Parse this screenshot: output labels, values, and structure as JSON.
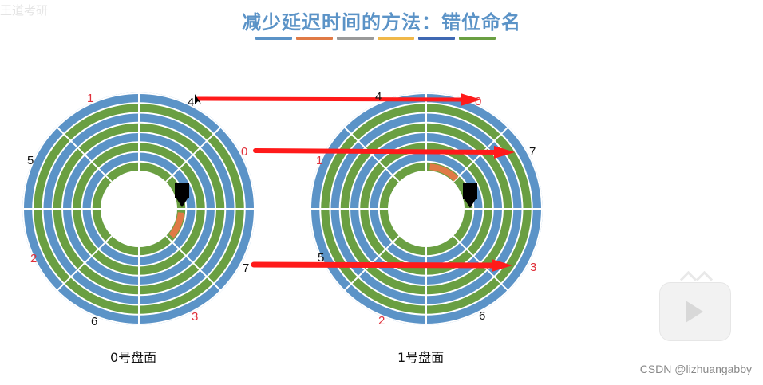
{
  "title": "减少延迟时间的方法：错位命名",
  "color_bar": [
    "#5b93c7",
    "#e07a46",
    "#9a9a9a",
    "#f0b84a",
    "#3f68b3",
    "#6a9f42"
  ],
  "colors": {
    "ring_blue": "#5b93c7",
    "ring_green": "#6a9f42",
    "highlight": "#e07a46",
    "arrow": "#ff1a1a",
    "label_red": "#e0303a",
    "label_black": "#111111"
  },
  "platter0": {
    "caption": "0号盘面",
    "labels": [
      {
        "text": "1",
        "color": "red"
      },
      {
        "text": "4",
        "color": "black"
      },
      {
        "text": "0",
        "color": "red"
      },
      {
        "text": "5",
        "color": "black"
      },
      {
        "text": "2",
        "color": "red"
      },
      {
        "text": "7",
        "color": "black"
      },
      {
        "text": "3",
        "color": "red"
      },
      {
        "text": "6",
        "color": "black"
      }
    ]
  },
  "platter1": {
    "caption": "1号盘面",
    "labels": [
      {
        "text": "4",
        "color": "black"
      },
      {
        "text": "0",
        "color": "red"
      },
      {
        "text": "7",
        "color": "black"
      },
      {
        "text": "1",
        "color": "red"
      },
      {
        "text": "5",
        "color": "black"
      },
      {
        "text": "3",
        "color": "red"
      },
      {
        "text": "2",
        "color": "red"
      },
      {
        "text": "6",
        "color": "black"
      }
    ]
  },
  "watermark": "CSDN @lizhuangabby",
  "watermark_top_left": "王道考研"
}
